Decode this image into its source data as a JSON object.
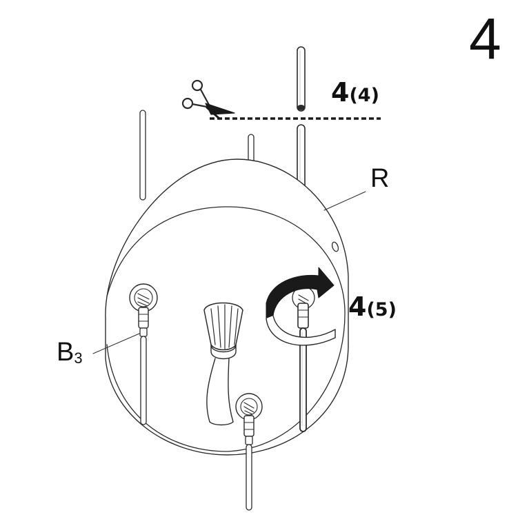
{
  "step": {
    "number": "4"
  },
  "callouts": {
    "cut": {
      "main": "4",
      "sub": "(4)"
    },
    "rotate": {
      "main": "4",
      "sub": "(5)"
    },
    "part_r": "R",
    "part_b": {
      "letter": "B",
      "number": "3"
    }
  },
  "icons": {
    "cut": "scissors-icon",
    "rotate": "clockwise-arrow-icon"
  },
  "colors": {
    "line": "#2a2a2a",
    "fill": "#ffffff",
    "rod_highlight": "#d8d8d8"
  }
}
